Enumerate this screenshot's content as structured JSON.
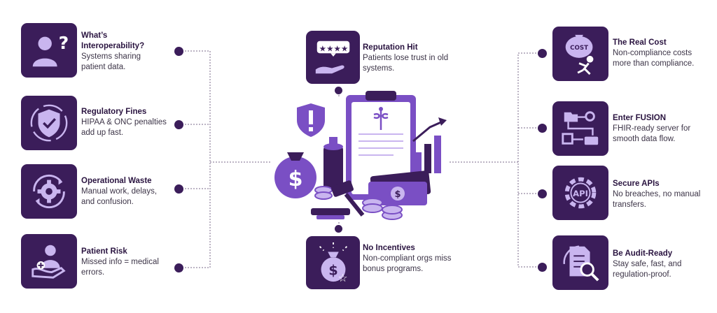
{
  "left": [
    {
      "icon": "person-question-icon",
      "title": "What’s\nInteroperability?",
      "desc": "Systems sharing\npatient data."
    },
    {
      "icon": "shield-check-icon",
      "title": "Regulatory Fines",
      "desc": "HIPAA & ONC penalties\nadd up fast."
    },
    {
      "icon": "gear-cycle-icon",
      "title": "Operational Waste",
      "desc": "Manual work, delays,\nand confusion."
    },
    {
      "icon": "patient-care-icon",
      "title": "Patient Risk",
      "desc": "Missed info = medical\nerrors."
    }
  ],
  "center": [
    {
      "icon": "rating-hand-icon",
      "title": "Reputation Hit",
      "desc": "Patients lose trust in old\nsystems."
    },
    {
      "icon": "money-bag-star-icon",
      "title": "No Incentives",
      "desc": "Non-compliant orgs miss\nbonus programs."
    }
  ],
  "right": [
    {
      "icon": "cost-burden-icon",
      "title": "The Real Cost",
      "desc": "Non-compliance costs\nmore than compliance."
    },
    {
      "icon": "data-flow-icon",
      "title": "Enter FUSION",
      "desc": "FHIR-ready server for\nsmooth data flow."
    },
    {
      "icon": "api-gear-icon",
      "title": "Secure APIs",
      "desc": "No breaches, no manual\ntransfers."
    },
    {
      "icon": "audit-document-icon",
      "title": "Be Audit-Ready",
      "desc": "Stay safe, fast, and\nregulation-proof."
    }
  ],
  "hero": {
    "bag_label": "$",
    "bill_label": "$",
    "cost_label": "COST",
    "api_label": "API"
  },
  "colors": {
    "primary": "#3b1d5a",
    "accent": "#7a4fc4",
    "light": "#c9b5ef"
  }
}
